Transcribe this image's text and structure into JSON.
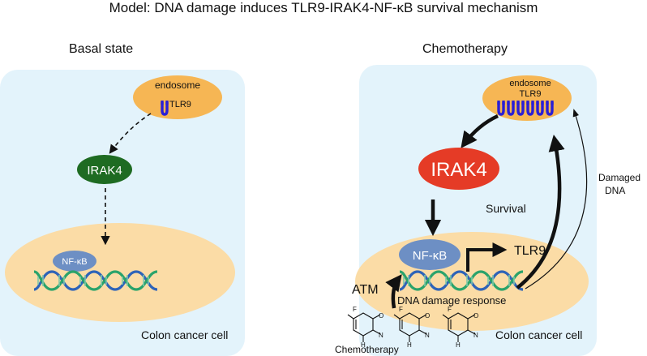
{
  "title": "Model:  DNA damage induces TLR9-IRAK4-NF-κB survival mechanism",
  "colors": {
    "cell_bg": "#e3f3fb",
    "nucleus": "#fbdca6",
    "endosome": "#f6b654",
    "tlr9_receptor": "#2a1fd6",
    "irak4_basal": "#1e6b22",
    "irak4_chemo": "#e53b26",
    "nfkb": "#6d8fc4"
  },
  "basal": {
    "heading": "Basal state",
    "endosome_label": "endosome",
    "tlr9_label": "TLR9",
    "irak4_label": "IRAK4",
    "nfkb_label": "NF-κB",
    "cell_label": "Colon cancer cell"
  },
  "chemo": {
    "heading": "Chemotherapy",
    "endosome_label": "endosome",
    "tlr9_label": "TLR9",
    "irak4_label": "IRAK4",
    "survival_label": "Survival",
    "nfkb_label": "NF-κB",
    "tlr9_gene_label": "TLR9",
    "damaged_dna_line1": "Damaged",
    "damaged_dna_line2": "DNA",
    "atm_label": "ATM",
    "ddr_label": "DNA damage response",
    "cell_label": "Colon cancer cell",
    "chemo_label": "Chemotherapy",
    "molecule_atoms": {
      "f": "F",
      "o": "O",
      "n": "N",
      "h": "H"
    }
  }
}
